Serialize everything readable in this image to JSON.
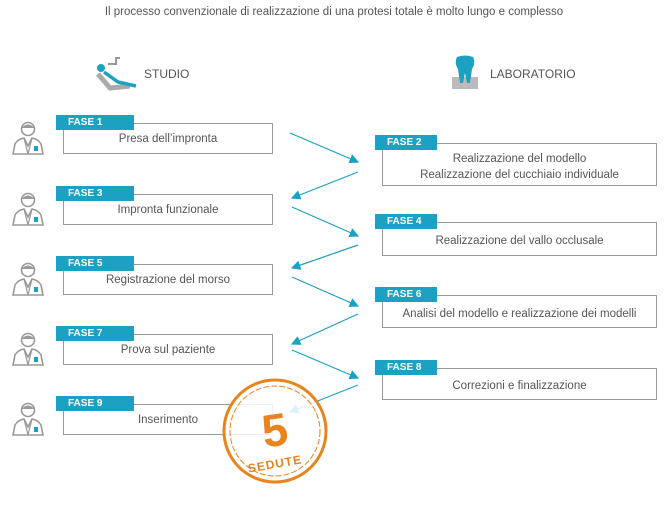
{
  "title": "Il processo convenzionale di realizzazione di una protesi totale è molto lungo e complesso",
  "studio": {
    "label": "STUDIO",
    "icon": "dental-chair-icon"
  },
  "laboratorio": {
    "label": "LABORATORIO",
    "icon": "tooth-icon"
  },
  "studio_phases": [
    {
      "tag": "FASE 1",
      "text": "Presa dell’impronta"
    },
    {
      "tag": "FASE 3",
      "text": "Impronta funzionale"
    },
    {
      "tag": "FASE 5",
      "text": "Registrazione del morso"
    },
    {
      "tag": "FASE 7",
      "text": "Prova sul paziente"
    },
    {
      "tag": "FASE 9",
      "text": "Inserimento"
    }
  ],
  "lab_phases": [
    {
      "tag": "FASE 2",
      "line1": "Realizzazione del modello",
      "line2": "Realizzazione del cucchiaio individuale"
    },
    {
      "tag": "FASE 4",
      "line1": "Realizzazione del vallo occlusale"
    },
    {
      "tag": "FASE 6",
      "line1": "Analisi del modello e realizzazione dei modelli"
    },
    {
      "tag": "FASE 8",
      "line1": "Correzioni e finalizzazione"
    }
  ],
  "stamp": {
    "number": "5",
    "label": "SEDUTE"
  },
  "colors": {
    "accent": "#1da1c3",
    "stamp": "#e8841e"
  }
}
